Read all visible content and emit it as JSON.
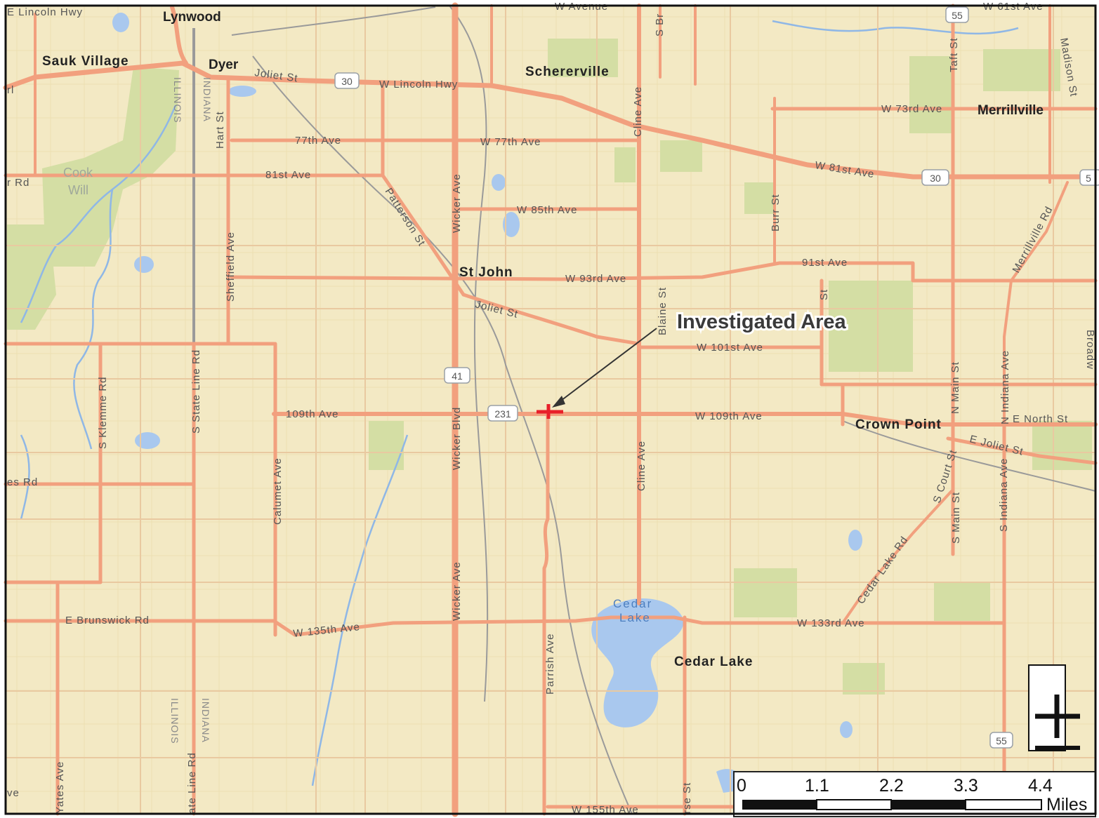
{
  "towns": {
    "lynwood": "Lynwood",
    "sauk_village": "Sauk Village",
    "dyer": "Dyer",
    "schererville": "Schererville",
    "merrillville": "Merrillville",
    "st_john": "St John",
    "crown_point": "Crown Point",
    "cedar_lake_town": "Cedar Lake",
    "cedar_lake_water_1": "Cedar",
    "cedar_lake_water_2": "Lake"
  },
  "states": {
    "illinois": "ILLINOIS",
    "indiana": "INDIANA"
  },
  "counties": {
    "cook": "Cook",
    "will": "Will"
  },
  "roads": {
    "e_lincoln_hwy": "E Lincoln Hwy",
    "w_lincoln_hwy": "W Lincoln Hwy",
    "joliet_st_north": "Joliet St",
    "joliet_st_mid": "Joliet St",
    "e_joliet_st": "E Joliet St",
    "w_73rd_ave": "W 73rd Ave",
    "ave_77th": "77th Ave",
    "w_77th_ave": "W 77th Ave",
    "ave_81st": "81st Ave",
    "w_81st_ave": "W 81st Ave",
    "w_85th_ave": "W 85th Ave",
    "st_91st_ave": "91st Ave",
    "w_93rd_ave": "W 93rd Ave",
    "w_101st_ave": "W 101st Ave",
    "ave_109th": "109th Ave",
    "w_109th_ave": "W 109th Ave",
    "e_north_st": "E North St",
    "e_brunswick_rd": "E Brunswick Rd",
    "w_135th_ave": "W 135th Ave",
    "w_133rd_ave": "W 133rd Ave",
    "w_155th_ave": "W 155th Ave",
    "hart_st": "Hart St",
    "patterson_st": "Patterson St",
    "wicker_ave_n": "Wicker Ave",
    "wicker_blvd": "Wicker Blvd",
    "wicker_ave_s": "Wicker Ave",
    "cline_ave_n": "Cline Ave",
    "cline_ave_s": "Cline Ave",
    "sheffield_ave": "Sheffield Ave",
    "s_klemme_rd": "S Klemme Rd",
    "s_state_line_rd": "S State Line Rd",
    "state_line_rd_s": "ate Line Rd",
    "calumet_ave": "Calumet Ave",
    "parrish_ave": "Parrish Ave",
    "blaine_st": "Blaine St",
    "burr_st": "Burr St",
    "taft_st": "Taft St",
    "madison_st": "Madison St",
    "merrillville_rd": "Merrillville Rd",
    "n_main_st": "N Main St",
    "n_indiana_ave": "N Indiana Ave",
    "s_court_st": "S Court St",
    "s_main_st": "S Main St",
    "s_indiana_ave": "S Indiana Ave",
    "cedar_lake_rd": "Cedar Lake Rd",
    "yates_ave": "Yates Ave",
    "partial_rd_w1": "r Rd",
    "partial_rd_w2": "es Rd",
    "partial_ave_w": "ve",
    "partial_st_n": "S Br",
    "partial_rl": "rl",
    "partial_rse_st": "rse St",
    "partial_broadway": "Broadw",
    "partial_top": "W Avenue",
    "partial_top_right": "W 61st Ave",
    "partial_st_e": "St"
  },
  "shields": {
    "us30_west": "30",
    "us30_east": "30",
    "us41": "41",
    "us231": "231",
    "in55_north": "55",
    "in55_south": "55",
    "edge_5x": "5"
  },
  "callout": {
    "label": "Investigated Area",
    "marker_color": "#e8202a"
  },
  "scale_bar": {
    "ticks": [
      "0",
      "1.1",
      "2.2",
      "3.3",
      "4.4"
    ],
    "unit": "Miles"
  },
  "colors": {
    "land": "#f3e9c4",
    "park": "#d4dea4",
    "water": "#a9c8ee",
    "major_road": "#f2a07e",
    "minor_road": "#e9c9a0"
  }
}
